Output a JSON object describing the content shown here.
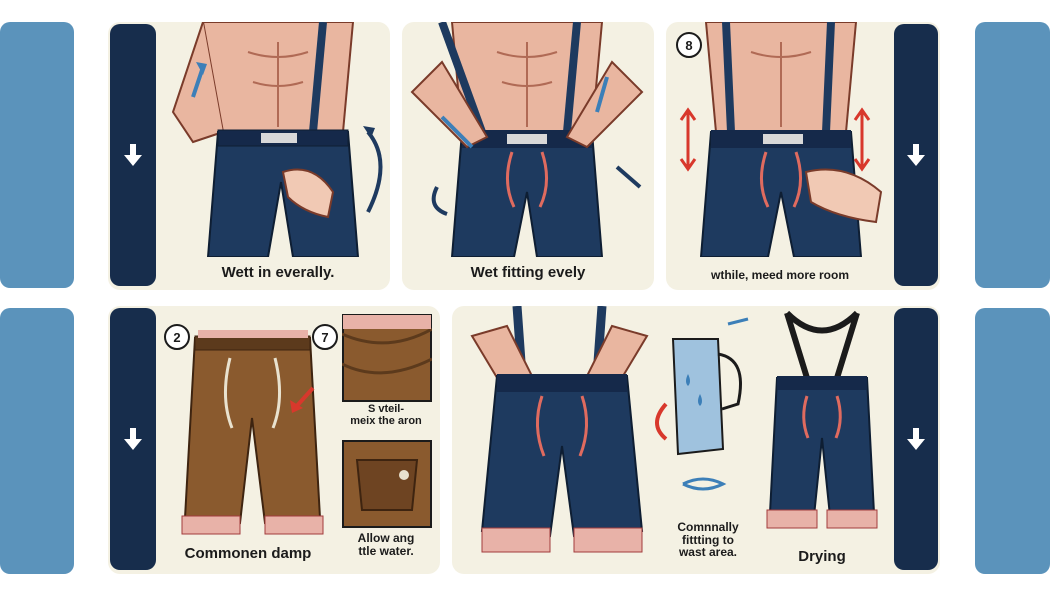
{
  "captions": {
    "panel1": "Wett in everally.",
    "panel2": "Wet fitting evely",
    "panel3": "wthile, meed more room",
    "panel4_main": "Commonen damp",
    "panel4_inset_top": "S vteil-\nmeix the aron",
    "panel4_inset_bottom": "Allow ang\nttle water.",
    "panel5_middle": "Comnnally\nfittting to\nwast area.",
    "panel5_right": "Drying"
  },
  "badges": {
    "panel3": "8",
    "panel4_left": "2",
    "panel4_right": "7"
  },
  "icons": {
    "nav": "arrow-down-icon"
  },
  "colors": {
    "side_tab": "#5b93bb",
    "nav_bar": "#172d4c",
    "panel_bg": "#f4f1e3",
    "denim": "#1e3a5f",
    "leather": "#8a5a2e",
    "skin": "#e9b6a0",
    "accent_red": "#d8382c",
    "accent_blue": "#3c7fb8"
  }
}
